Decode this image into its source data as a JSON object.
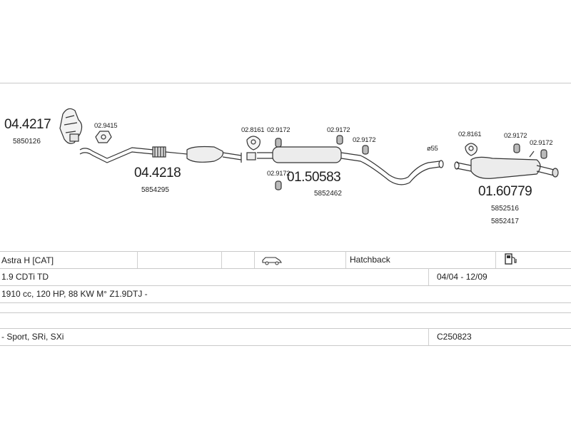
{
  "parts": {
    "p1": {
      "number": "04.4217",
      "code": "5850126"
    },
    "p2": {
      "number": "04.4218",
      "code": "5854295"
    },
    "p3": {
      "number": "01.50583",
      "code": "5852462"
    },
    "p4": {
      "number": "01.60779",
      "codes": [
        "5852516",
        "5852417"
      ]
    }
  },
  "small_parts": {
    "a": "02.9415",
    "b": "02.8161",
    "c": "02.9172",
    "d": "02.9172",
    "e": "02.9172",
    "f": "02.9172",
    "g": "02.8161",
    "h": "02.9172",
    "i": "02.9172",
    "diameter": "ø55"
  },
  "vehicle": {
    "model": "Astra H  [CAT]",
    "body": "Hatchback",
    "engine": "1.9 CDTi TD",
    "years": "04/04 - 12/09",
    "spec": "1910 cc, 120 HP, 88 KW M° Z1.9DTJ -",
    "variant": "- Sport, SRi, SXi",
    "catalog": "C250823"
  },
  "icons": [
    "car-icon",
    "fuel-pump-icon"
  ]
}
